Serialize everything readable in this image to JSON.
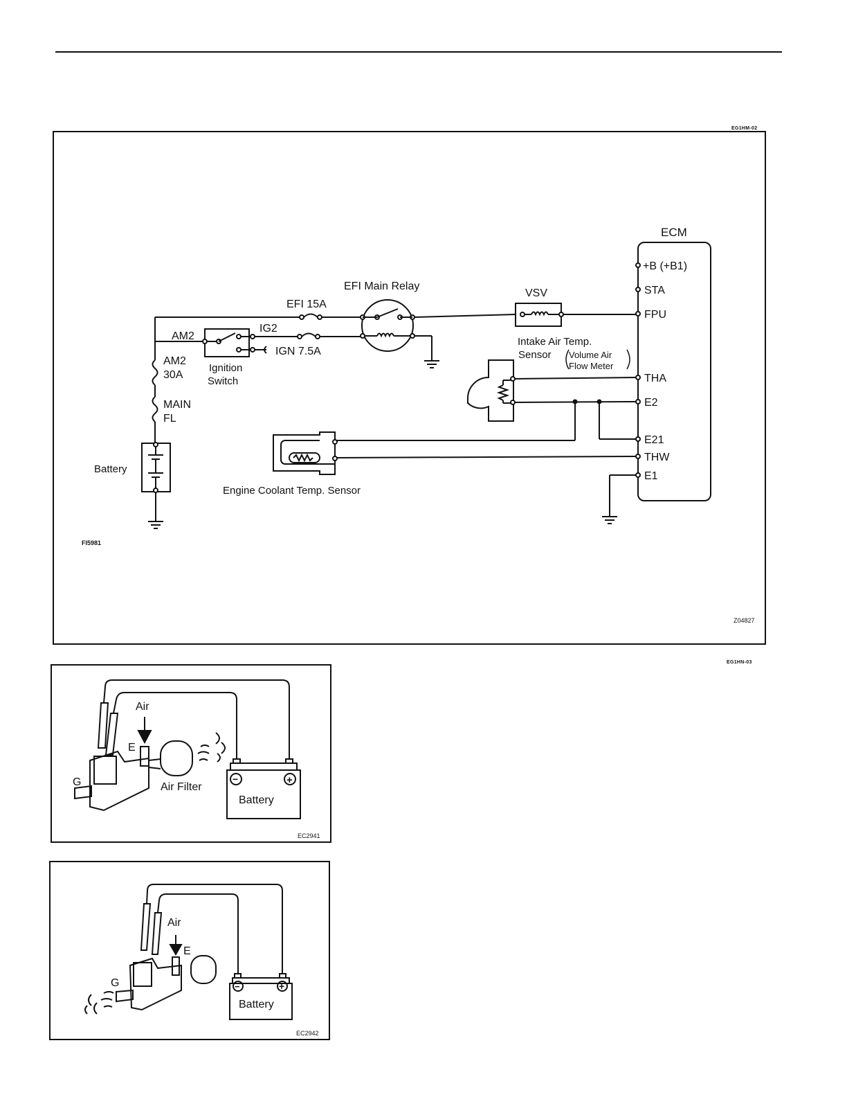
{
  "page": {
    "section_code_1": "EG1HM-02",
    "section_code_2": "EG1HN-03"
  },
  "wiring_diagram": {
    "figure_left_code": "FI5981",
    "figure_right_code": "Z04827",
    "ecm": {
      "title": "ECM",
      "terminals": [
        "+B (+B1)",
        "STA",
        "FPU",
        "THA",
        "E2",
        "E21",
        "THW",
        "E1"
      ]
    },
    "labels": {
      "efi_main_relay": "EFI Main Relay",
      "efi_fuse": "EFI 15A",
      "vsv": "VSV",
      "am2_wire": "AM2",
      "ig2": "IG2",
      "ign_fuse": "IGN 7.5A",
      "am2_fuse_1": "AM2",
      "am2_fuse_2": "30A",
      "main_fuse_1": "MAIN",
      "main_fuse_2": "FL",
      "ignition_1": "Ignition",
      "ignition_2": "Switch",
      "battery": "Battery",
      "intake_1": "Intake Air Temp.",
      "intake_2": "Sensor",
      "vaf_1": "Volume Air",
      "vaf_2": "Flow Meter",
      "coolant_sensor": "Engine Coolant Temp. Sensor"
    }
  },
  "test_figure_1": {
    "code": "EC2941",
    "air": "Air",
    "port_e": "E",
    "port_g": "G",
    "air_filter": "Air Filter",
    "battery": "Battery",
    "minus": "−",
    "plus": "+"
  },
  "test_figure_2": {
    "code": "EC2942",
    "air": "Air",
    "port_e": "E",
    "port_g": "G",
    "battery": "Battery",
    "minus": "−",
    "plus": "+"
  }
}
